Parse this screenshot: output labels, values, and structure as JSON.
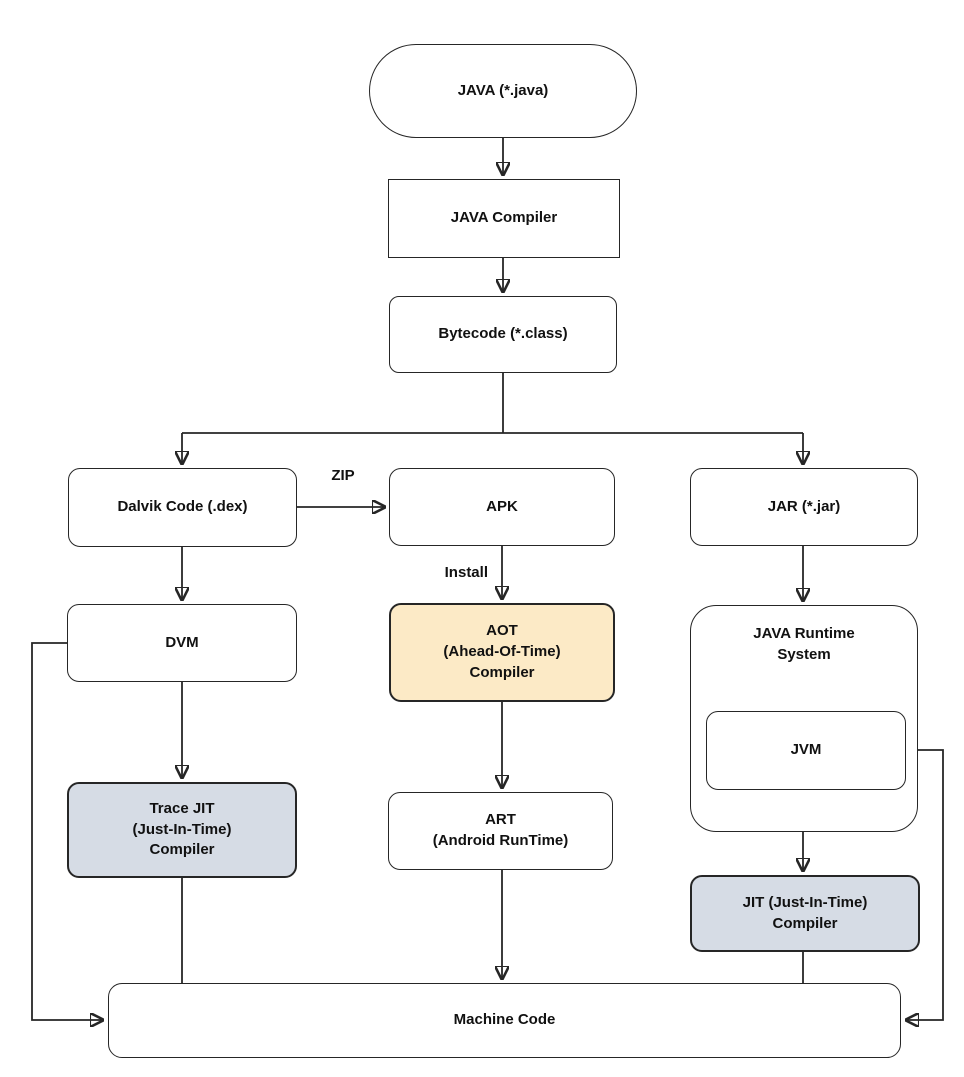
{
  "diagram": {
    "nodes": {
      "java_source": {
        "label": "JAVA (*.java)"
      },
      "java_compiler": {
        "label": "JAVA Compiler"
      },
      "bytecode": {
        "label": "Bytecode (*.class)"
      },
      "dalvik": {
        "label": "Dalvik Code (.dex)"
      },
      "apk": {
        "label": "APK"
      },
      "jar": {
        "label": "JAR (*.jar)"
      },
      "dvm": {
        "label": "DVM"
      },
      "aot": {
        "label": "AOT\n(Ahead-Of-Time)\nCompiler"
      },
      "trace_jit": {
        "label": "Trace JIT\n(Just-In-Time)\nCompiler"
      },
      "art": {
        "label": "ART\n(Android RunTime)"
      },
      "runtime": {
        "label": "JAVA Runtime\nSystem"
      },
      "jvm": {
        "label": "JVM"
      },
      "jit": {
        "label": "JIT (Just-In-Time)\nCompiler"
      },
      "machine_code": {
        "label": "Machine Code"
      }
    },
    "edge_labels": {
      "zip": "ZIP",
      "install": "Install"
    },
    "colors": {
      "highlight_blue": "#d6dce5",
      "highlight_tan": "#fceac6",
      "line": "#262626",
      "background": "#ffffff"
    }
  }
}
